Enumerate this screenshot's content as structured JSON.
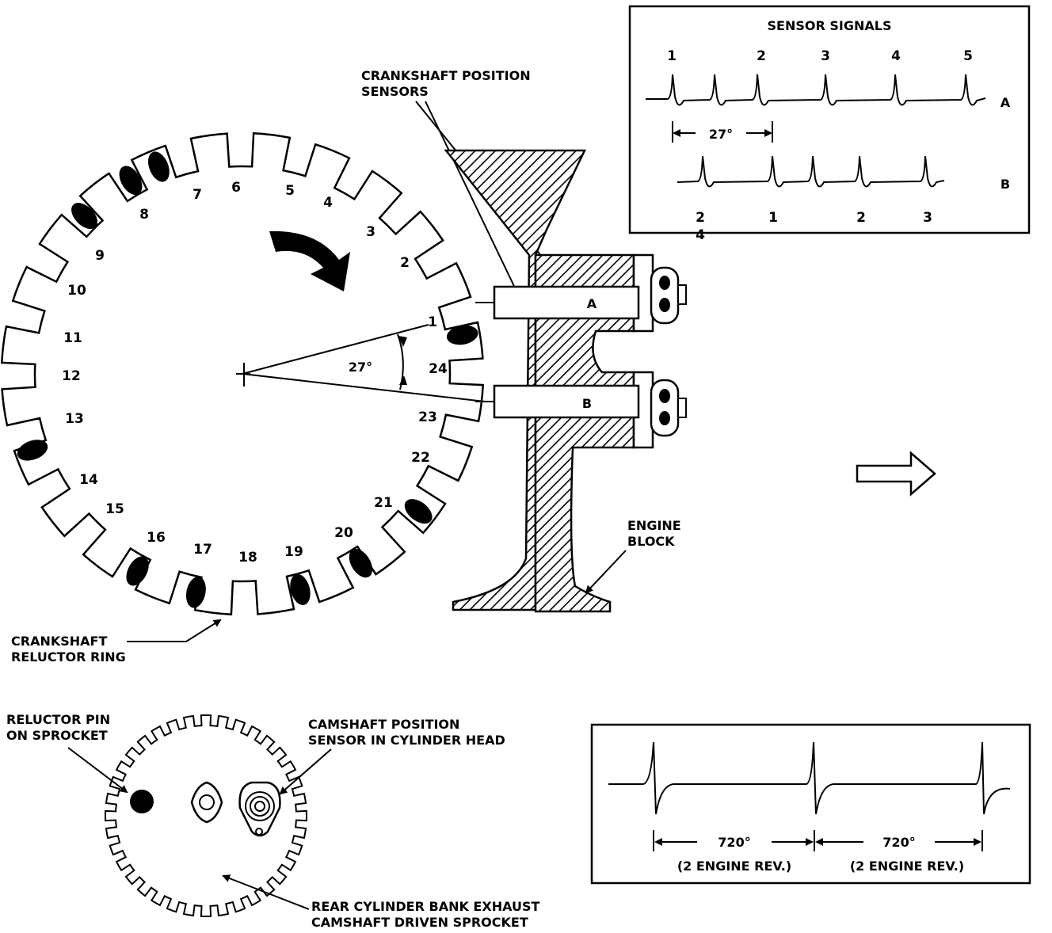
{
  "sensor_signals": {
    "title": "SENSOR SIGNALS",
    "trace_a_label": "A",
    "trace_b_label": "B",
    "a_pulse_numbers": [
      "1",
      "2",
      "3",
      "4",
      "5"
    ],
    "b_pulse_numbers": [
      "2",
      "1",
      "2",
      "3"
    ],
    "b_extra_number": "4",
    "angle_label": "27°"
  },
  "crank_sensors": {
    "label_line1": "CRANKSHAFT POSITION",
    "label_line2": "SENSORS",
    "sensor_a": "A",
    "sensor_b": "B"
  },
  "reluctor": {
    "angle_label": "27°",
    "label_line1": "CRANKSHAFT",
    "label_line2": "RELUCTOR RING",
    "tooth_numbers": [
      "1",
      "2",
      "3",
      "4",
      "5",
      "6",
      "7",
      "8",
      "9",
      "10",
      "11",
      "12",
      "13",
      "14",
      "15",
      "16",
      "17",
      "18",
      "19",
      "20",
      "21",
      "22",
      "23",
      "24"
    ]
  },
  "engine_block": {
    "label_line1": "ENGINE",
    "label_line2": "BLOCK"
  },
  "camshaft": {
    "pin_label_line1": "RELUCTOR PIN",
    "pin_label_line2": "ON SPROCKET",
    "sensor_label_line1": "CAMSHAFT POSITION",
    "sensor_label_line2": "SENSOR IN CYLINDER HEAD",
    "sprocket_label_line1": "REAR CYLINDER BANK EXHAUST",
    "sprocket_label_line2": "CAMSHAFT DRIVEN SPROCKET"
  },
  "cam_signal": {
    "span1_angle": "720°",
    "span1_note": "(2 ENGINE REV.)",
    "span2_angle": "720°",
    "span2_note": "(2 ENGINE REV.)"
  }
}
